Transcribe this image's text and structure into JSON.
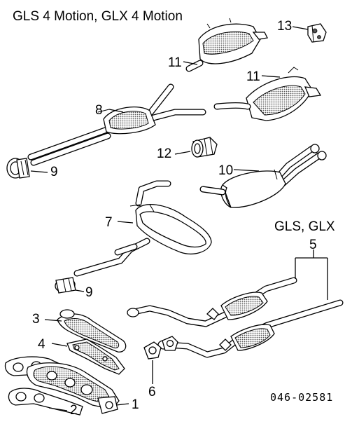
{
  "diagram": {
    "title_4motion": "GLS 4 Motion, GLX 4 Motion",
    "title_fwd": "GLS, GLX",
    "figure_code": "046-02581",
    "callouts": {
      "c13": "13",
      "c11_front": "11",
      "c11_rear": "11",
      "c8": "8",
      "c12": "12",
      "c9_top": "9",
      "c10": "10",
      "c7": "7",
      "c5": "5",
      "c9_bottom": "9",
      "c3": "3",
      "c4": "4",
      "c6": "6",
      "c2": "2",
      "c1": "1"
    }
  }
}
